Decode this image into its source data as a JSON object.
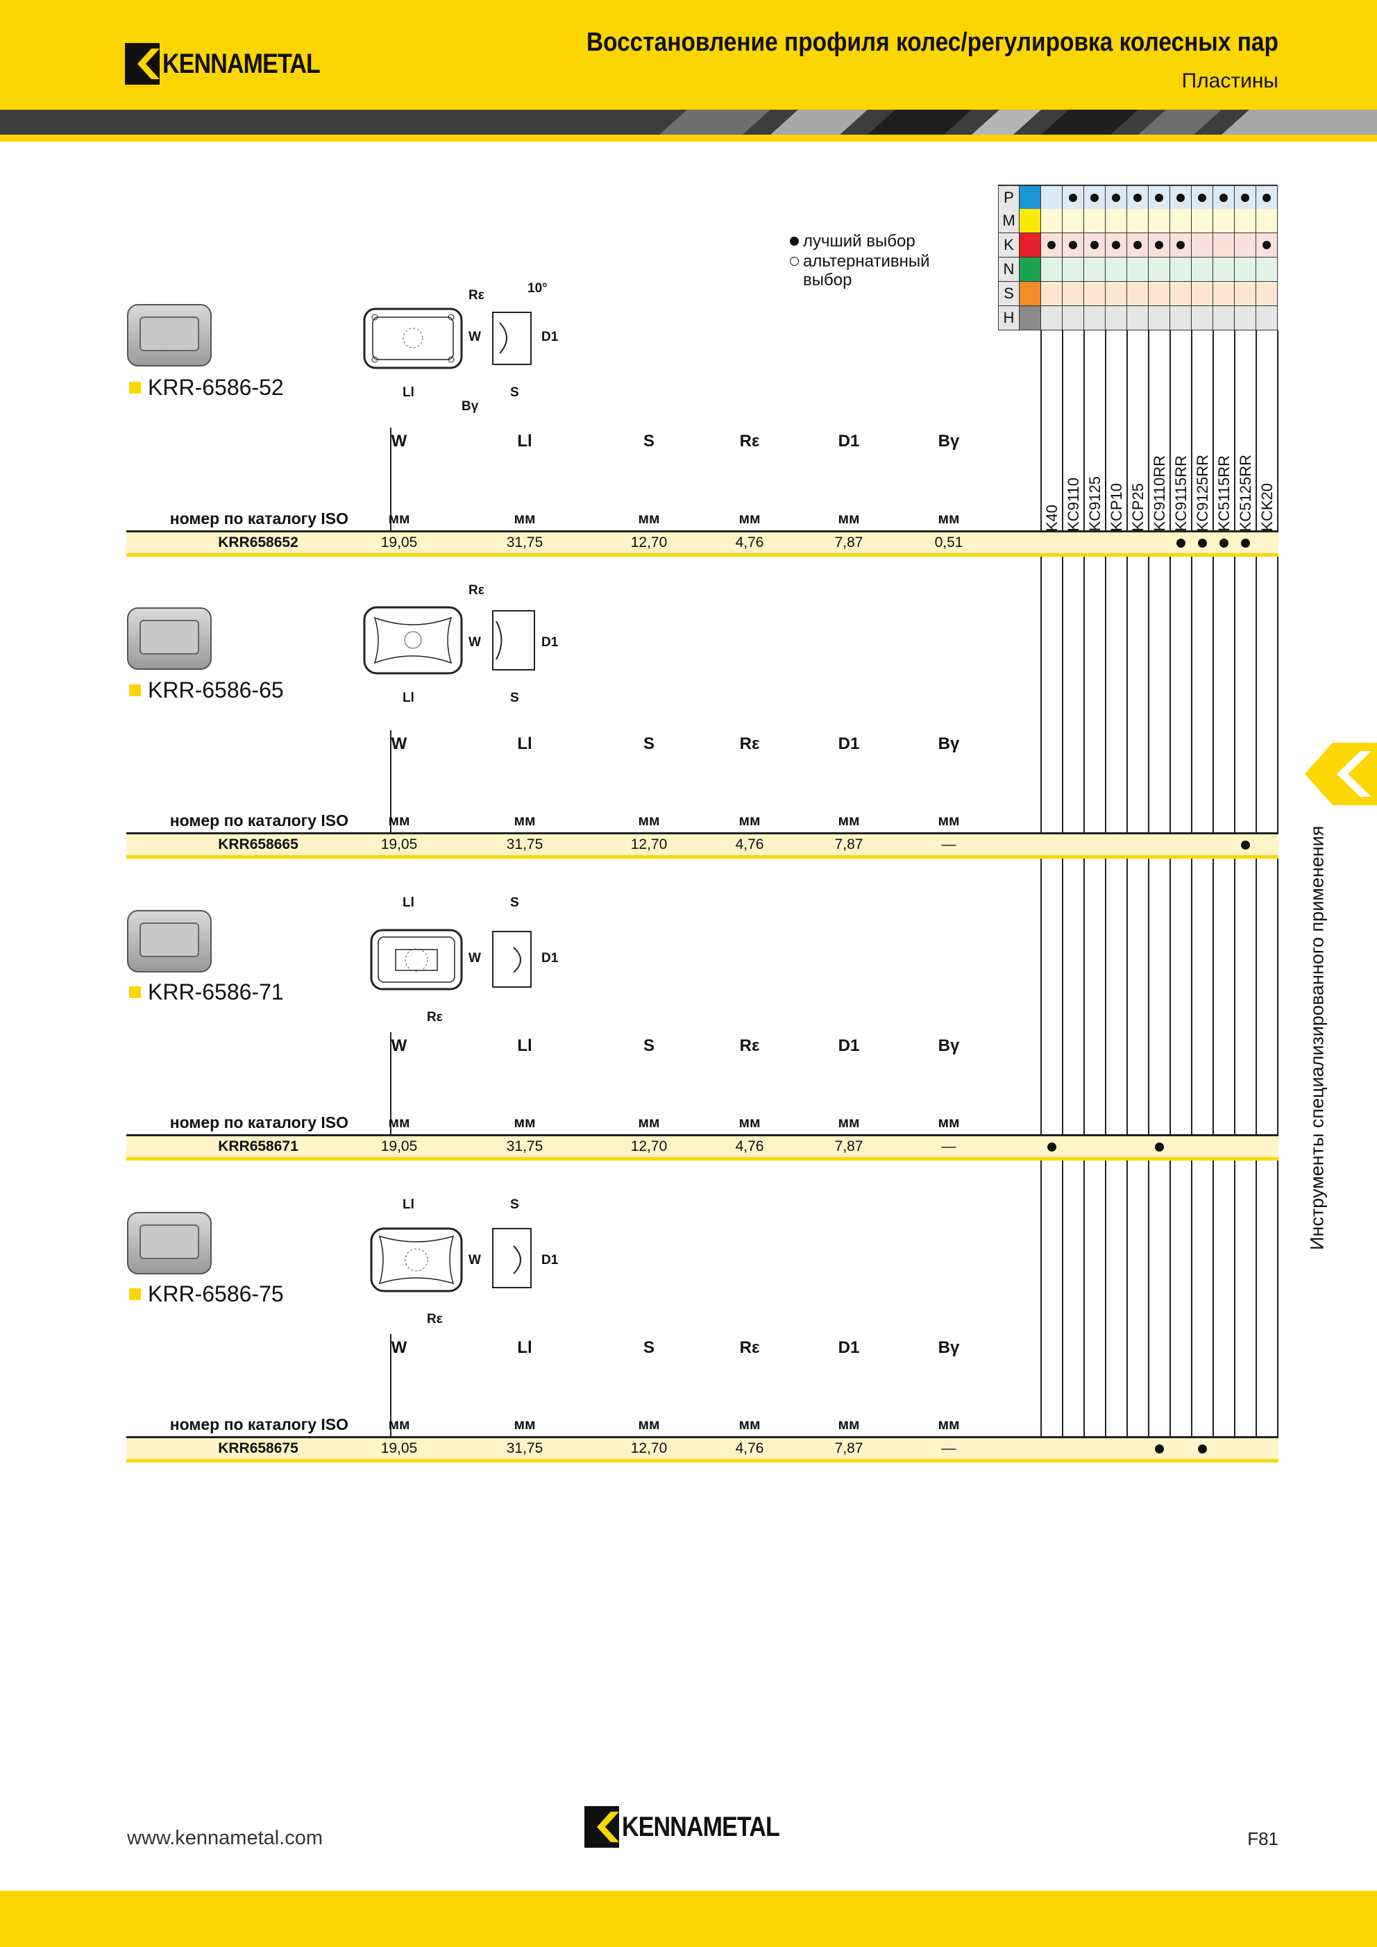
{
  "header": {
    "brand": "KENNAMETAL",
    "title": "Восстановление профиля колес/регулировка колесных пар",
    "subtitle": "Пластины"
  },
  "legend": {
    "best": "лучший выбор",
    "alt": "альтернативный выбор"
  },
  "materials": [
    {
      "code": "P",
      "color": "#1d94d3",
      "bg": "#dceaf6",
      "dots": [
        0,
        1,
        1,
        1,
        1,
        1,
        1,
        1,
        1,
        1,
        1
      ]
    },
    {
      "code": "M",
      "color": "#fbe90a",
      "bg": "#fef9d4",
      "dots": [
        0,
        0,
        0,
        0,
        0,
        0,
        0,
        0,
        0,
        0,
        0
      ]
    },
    {
      "code": "K",
      "color": "#e4202a",
      "bg": "#fbe1dc",
      "dots": [
        1,
        1,
        1,
        1,
        1,
        1,
        1,
        0,
        0,
        0,
        1
      ]
    },
    {
      "code": "N",
      "color": "#1da14c",
      "bg": "#e3f2e6",
      "dots": [
        0,
        0,
        0,
        0,
        0,
        0,
        0,
        0,
        0,
        0,
        0
      ]
    },
    {
      "code": "S",
      "color": "#f08c2c",
      "bg": "#fde7d3",
      "dots": [
        0,
        0,
        0,
        0,
        0,
        0,
        0,
        0,
        0,
        0,
        0
      ]
    },
    {
      "code": "H",
      "color": "#8a8a8a",
      "bg": "#e6e6e6",
      "dots": [
        0,
        0,
        0,
        0,
        0,
        0,
        0,
        0,
        0,
        0,
        0
      ]
    }
  ],
  "grades": [
    "K40",
    "KC9110",
    "KC9125",
    "KCP10",
    "KCP25",
    "KC9110RR",
    "KC9115RR",
    "KC9125RR",
    "KC5115RR",
    "KC5125RR",
    "KCK20"
  ],
  "columns": {
    "headers": [
      "W",
      "Ll",
      "S",
      "Rε",
      "D1",
      "Bγ"
    ],
    "units": [
      "мм",
      "мм",
      "мм",
      "мм",
      "мм",
      "мм"
    ],
    "iso_label": "номер по каталогу ISO"
  },
  "drawing_labels": {
    "re": "Rε",
    "angle": "10°",
    "w": "W",
    "d1": "D1",
    "ll": "Ll",
    "s": "S",
    "by": "Bγ"
  },
  "products": [
    {
      "name": "KRR-6586-52",
      "iso": "KRR658652",
      "values": [
        "19,05",
        "31,75",
        "12,70",
        "4,76",
        "7,87",
        "0,51"
      ],
      "dots": [
        0,
        0,
        0,
        0,
        0,
        0,
        1,
        1,
        1,
        1,
        0
      ]
    },
    {
      "name": "KRR-6586-65",
      "iso": "KRR658665",
      "values": [
        "19,05",
        "31,75",
        "12,70",
        "4,76",
        "7,87",
        "—"
      ],
      "dots": [
        0,
        0,
        0,
        0,
        0,
        0,
        0,
        0,
        0,
        1,
        0
      ]
    },
    {
      "name": "KRR-6586-71",
      "iso": "KRR658671",
      "values": [
        "19,05",
        "31,75",
        "12,70",
        "4,76",
        "7,87",
        "—"
      ],
      "dots": [
        1,
        0,
        0,
        0,
        0,
        1,
        0,
        0,
        0,
        0,
        0
      ]
    },
    {
      "name": "KRR-6586-75",
      "iso": "KRR658675",
      "values": [
        "19,05",
        "31,75",
        "12,70",
        "4,76",
        "7,87",
        "—"
      ],
      "dots": [
        0,
        0,
        0,
        0,
        0,
        1,
        0,
        1,
        0,
        0,
        0
      ]
    }
  ],
  "side_tab": "Инструменты специализированного применения",
  "footer": {
    "url": "www.kennametal.com",
    "page": "F81"
  }
}
